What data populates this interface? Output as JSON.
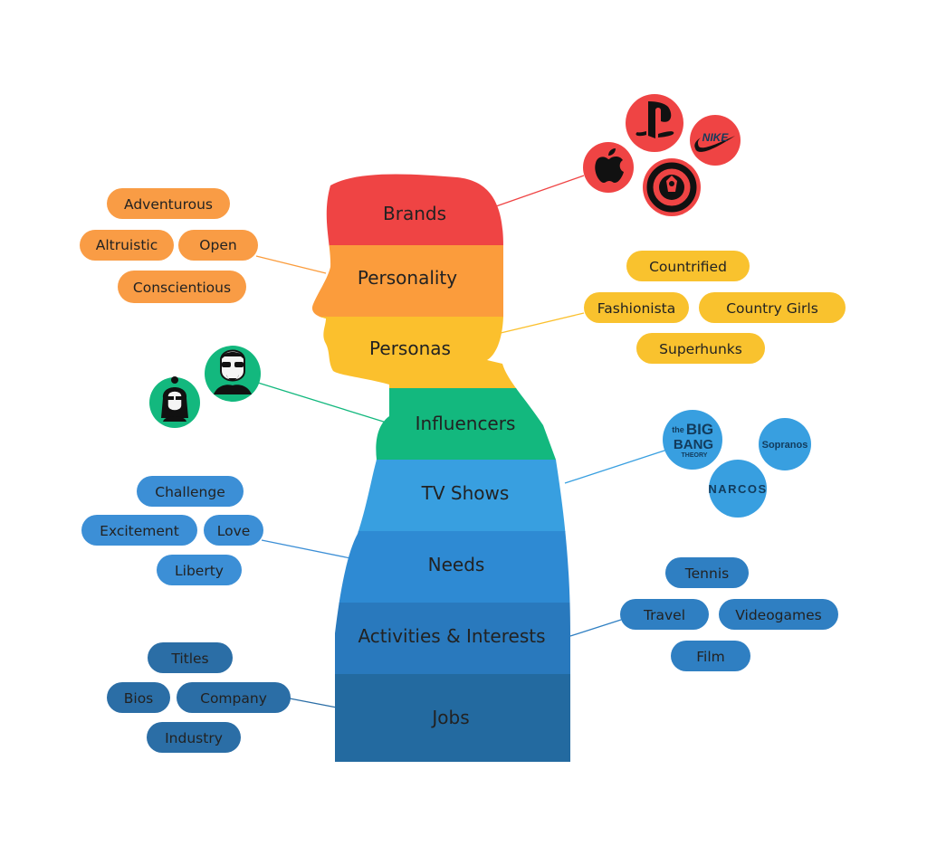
{
  "colors": {
    "brands": "#ef4444",
    "personality": "#fb9c3c",
    "personas": "#fbc02d",
    "influencers": "#13b87e",
    "tv_shows": "#389fe0",
    "needs": "#2e8ad3",
    "activities": "#2979bd",
    "jobs": "#236aa0",
    "personality_pill": "#f99c45",
    "personas_pill": "#f9c22e",
    "needs_pill": "#3c8fd6",
    "activities_pill": "#2f7fc2",
    "jobs_pill": "#2b6ea6"
  },
  "bands": {
    "brands": "Brands",
    "personality": "Personality",
    "personas": "Personas",
    "influencers": "Influencers",
    "tv_shows": "TV Shows",
    "needs": "Needs",
    "activities": "Activities & Interests",
    "jobs": "Jobs"
  },
  "brand_logos": [
    {
      "name": "playstation-icon"
    },
    {
      "name": "nike-icon",
      "text": "NIKE"
    },
    {
      "name": "apple-icon"
    },
    {
      "name": "starbucks-icon"
    }
  ],
  "personality": [
    "Adventurous",
    "Altruistic",
    "Open",
    "Conscientious"
  ],
  "personas": [
    "Countrified",
    "Fashionista",
    "Country Girls",
    "Superhunks"
  ],
  "influencers": [
    {
      "name": "influencer-man-sunglasses-icon"
    },
    {
      "name": "influencer-woman-icon"
    }
  ],
  "tv_shows": {
    "big_bang": [
      "the",
      "BIG",
      "BANG",
      "THEORY"
    ],
    "sopranos": "Sopranos",
    "narcos": "NARCOS"
  },
  "needs": [
    "Challenge",
    "Excitement",
    "Love",
    "Liberty"
  ],
  "activities": [
    "Tennis",
    "Travel",
    "Videogames",
    "Film"
  ],
  "jobs": [
    "Titles",
    "Bios",
    "Company",
    "Industry"
  ]
}
